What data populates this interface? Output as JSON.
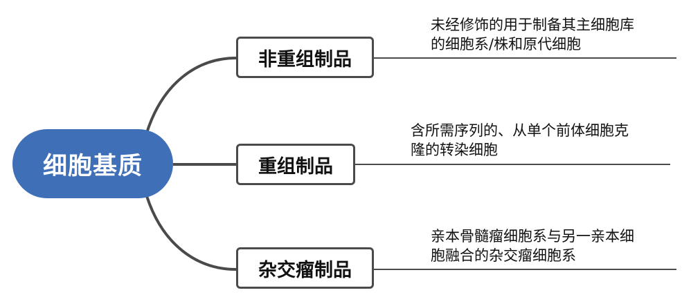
{
  "root": {
    "label": "细胞基质"
  },
  "branches": [
    {
      "label": "非重组制品",
      "note_lines": [
        "未经修饰的用于制备其主细胞库",
        "的细胞系/株和原代细胞"
      ]
    },
    {
      "label": "重组制品",
      "note_lines": [
        "含所需序列的、从单个前体细胞克",
        "隆的转染细胞"
      ]
    },
    {
      "label": "杂交瘤制品",
      "note_lines": [
        "亲本骨髓瘤细胞系与另一亲本细",
        "胞融合的杂交瘤细胞系"
      ]
    }
  ],
  "colors": {
    "root_fill": "#3f6fb6",
    "root_text": "#ffffff",
    "connector": "#4a4a4a",
    "branch_border": "#4a4a4a",
    "underline": "#4a4a4a"
  }
}
